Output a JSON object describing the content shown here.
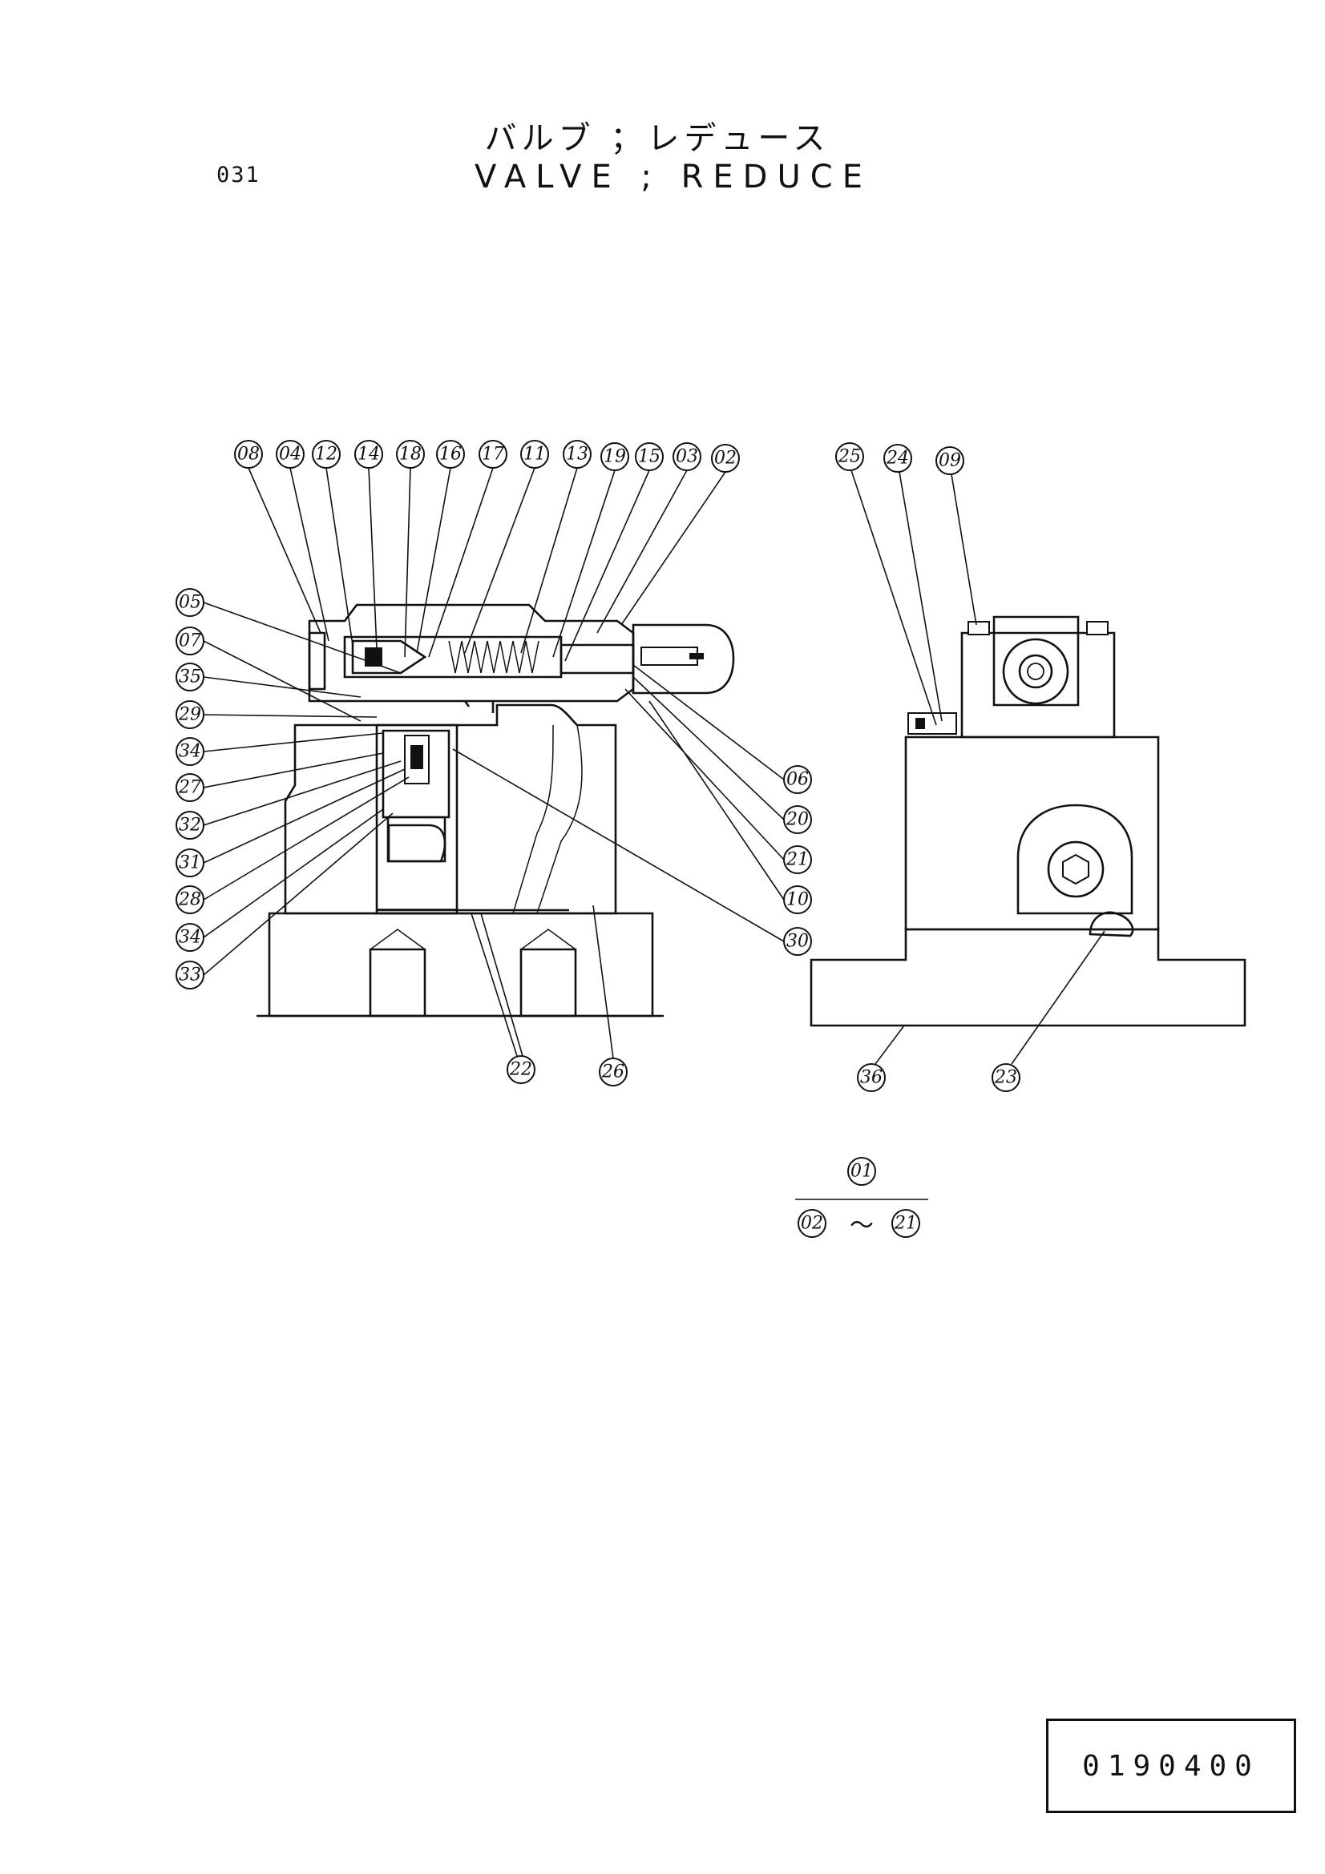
{
  "page_number": "031",
  "title_jp": "バルブ ；レデュース",
  "title_en": "VALVE ; REDUCE",
  "part_code": "0190400",
  "assembly_note": {
    "top": "01",
    "bottom_left": "02",
    "separator": "～",
    "bottom_right": "21"
  },
  "callouts_left_top": [
    "08",
    "04",
    "12",
    "14",
    "18",
    "16",
    "17",
    "11",
    "13",
    "19",
    "15",
    "03",
    "02"
  ],
  "callouts_left_side": [
    "05",
    "07",
    "35",
    "29",
    "34",
    "27",
    "32",
    "31",
    "28",
    "34",
    "33"
  ],
  "callouts_right_side": [
    "06",
    "20",
    "21",
    "10",
    "30"
  ],
  "callouts_bottom_left": [
    "22",
    "26"
  ],
  "callouts_right_view_top": [
    "25",
    "24",
    "09"
  ],
  "callouts_right_view_bottom": [
    "36",
    "23"
  ]
}
